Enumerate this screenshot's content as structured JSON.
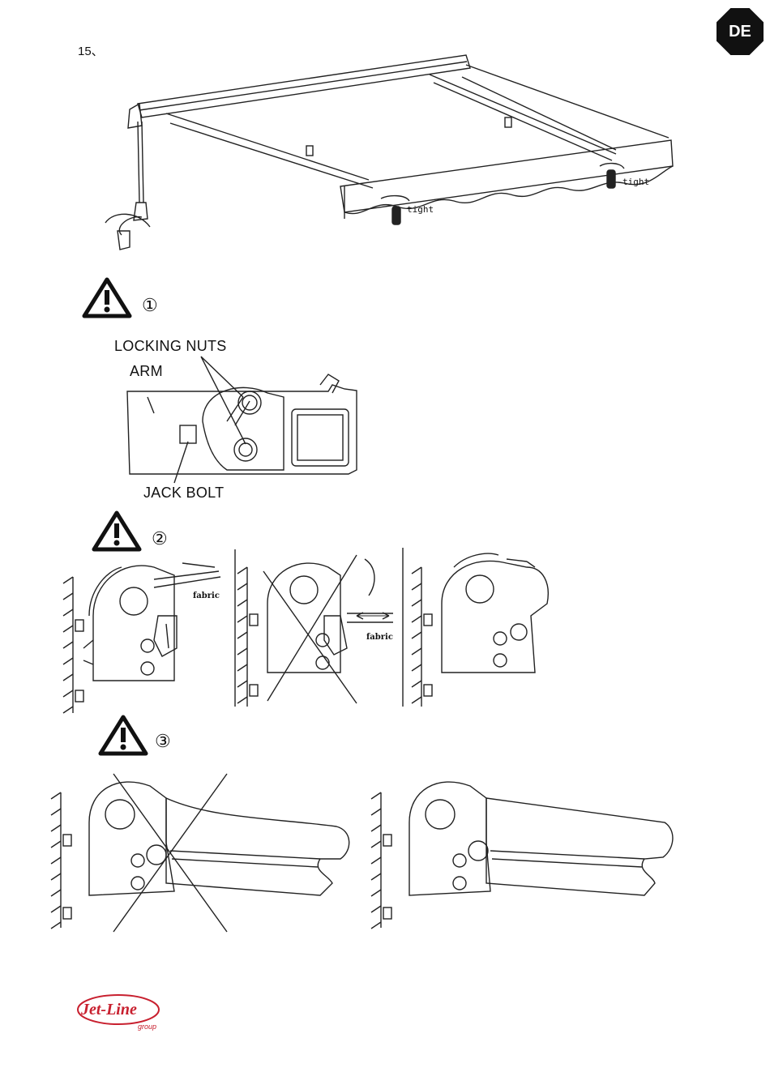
{
  "header": {
    "lang_badge": "DE",
    "step_number": "15、"
  },
  "figure_awning": {
    "tight_label_left": "tight",
    "tight_label_right": "tight"
  },
  "warning_1": {
    "number": "①",
    "labels": {
      "locking_nuts": "LOCKING NUTS",
      "arm": "ARM",
      "jack_bolt": "JACK BOLT"
    }
  },
  "warning_2": {
    "number": "②",
    "fabric_label_1": "fabric",
    "fabric_label_2": "fabric"
  },
  "warning_3": {
    "number": "③"
  },
  "footer": {
    "logo_text": "Jet-Line",
    "logo_subtext": "group"
  },
  "colors": {
    "line": "#222222",
    "badge": "#111111",
    "logo": "#c8202f"
  }
}
